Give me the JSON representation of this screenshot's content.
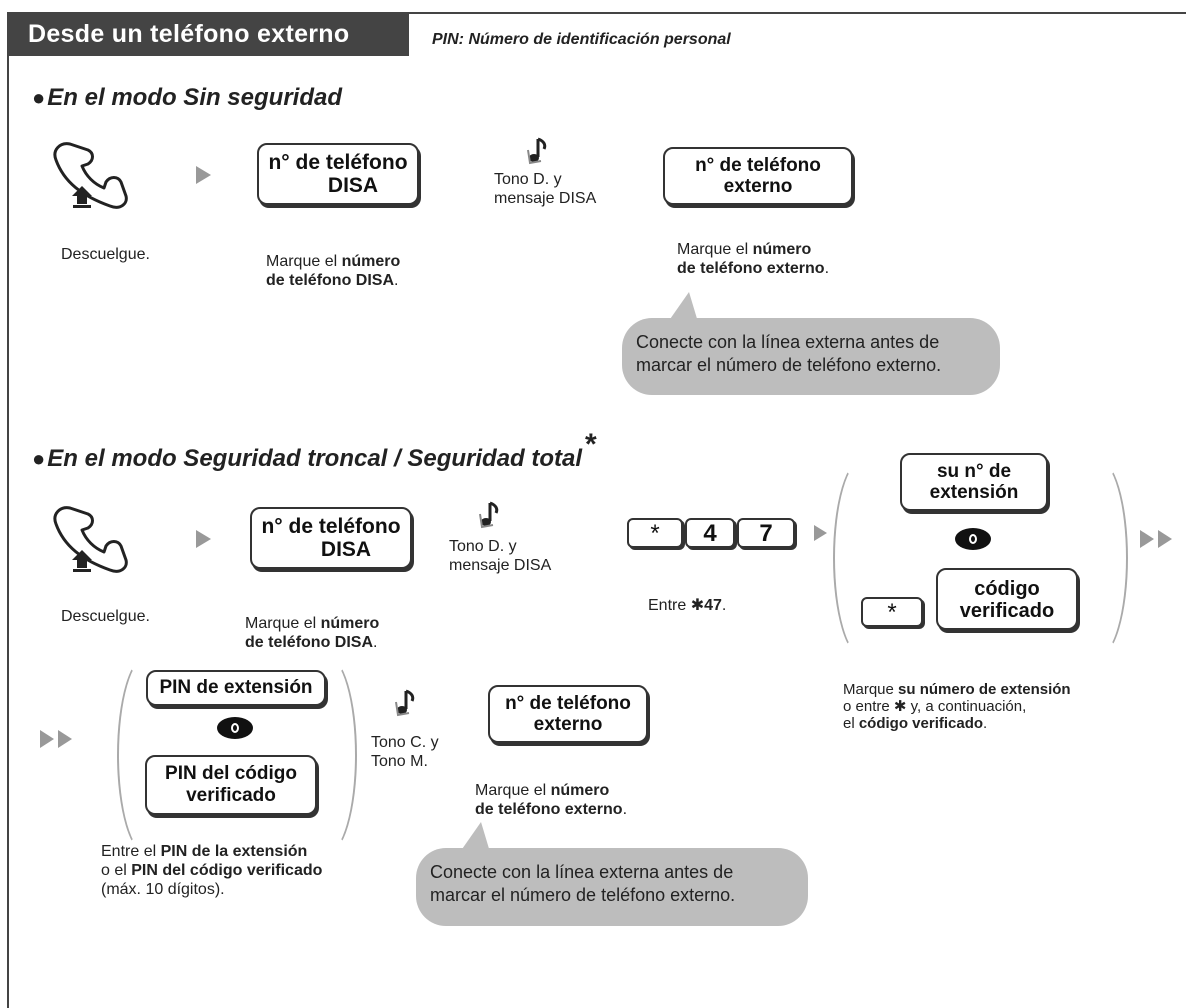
{
  "header": {
    "title": "Desde un teléfono externo",
    "pin_note": "PIN: Número de identificación personal"
  },
  "section1": {
    "title": "En el modo Sin seguridad",
    "key_disa": [
      "n° de teléfono",
      "DISA"
    ],
    "tone_label": [
      "Tono D. y",
      "mensaje DISA"
    ],
    "key_external": [
      "n° de teléfono",
      "externo"
    ],
    "offhook_label": "Descuelgue.",
    "dial_disa": {
      "text1": "Marque el ",
      "bold1": "número",
      "bold2": "de teléfono DISA",
      "end": "."
    },
    "dial_external": {
      "text1": "Marque el ",
      "bold1": "número",
      "bold2": "de teléfono externo",
      "end": "."
    },
    "bubble": [
      "Conecte con la línea externa antes de",
      "marcar el número de teléfono externo."
    ]
  },
  "section2": {
    "title": "En el modo Seguridad troncal / Seguridad total",
    "title_star": "*",
    "key_disa": [
      "n° de teléfono",
      "DISA"
    ],
    "tone_label": [
      "Tono D. y",
      "mensaje DISA"
    ],
    "keys": [
      "*",
      "4",
      "7"
    ],
    "enter_label": {
      "text": "Entre ",
      "bold": "✱47",
      "end": "."
    },
    "offhook_label": "Descuelgue.",
    "dial_disa": {
      "text1": "Marque el ",
      "bold1": "número",
      "bold2": "de teléfono DISA",
      "end": "."
    },
    "key_ext_no": [
      "su n° de",
      "extensión"
    ],
    "key_star": "*",
    "key_verified": [
      "código",
      "verificado"
    ],
    "ext_label": {
      "l1_text": "Marque ",
      "l1_bold": "su número de extensión",
      "l2_text1": "o entre ",
      "l2_bold": "✱",
      "l2_text2": " y, a continuación,",
      "l3_text": "el ",
      "l3_bold": "código verificado",
      "l3_end": "."
    },
    "key_pin_ext": "PIN de extensión",
    "key_pin_verified": [
      "PIN del código",
      "verificado"
    ],
    "tone2_label": [
      "Tono C. y",
      "Tono M."
    ],
    "key_external": [
      "n° de teléfono",
      "externo"
    ],
    "dial_external": {
      "text1": "Marque el ",
      "bold1": "número",
      "bold2": "de teléfono externo",
      "end": "."
    },
    "pin_label": {
      "l1_text": "Entre el ",
      "l1_bold": "PIN de la extensión",
      "l2_text": "o el ",
      "l2_bold": "PIN del código verificado",
      "l3_text": "(máx. 10 dígitos)."
    },
    "bubble": [
      "Conecte con la línea externa antes de",
      "marcar el número de teléfono externo."
    ]
  }
}
